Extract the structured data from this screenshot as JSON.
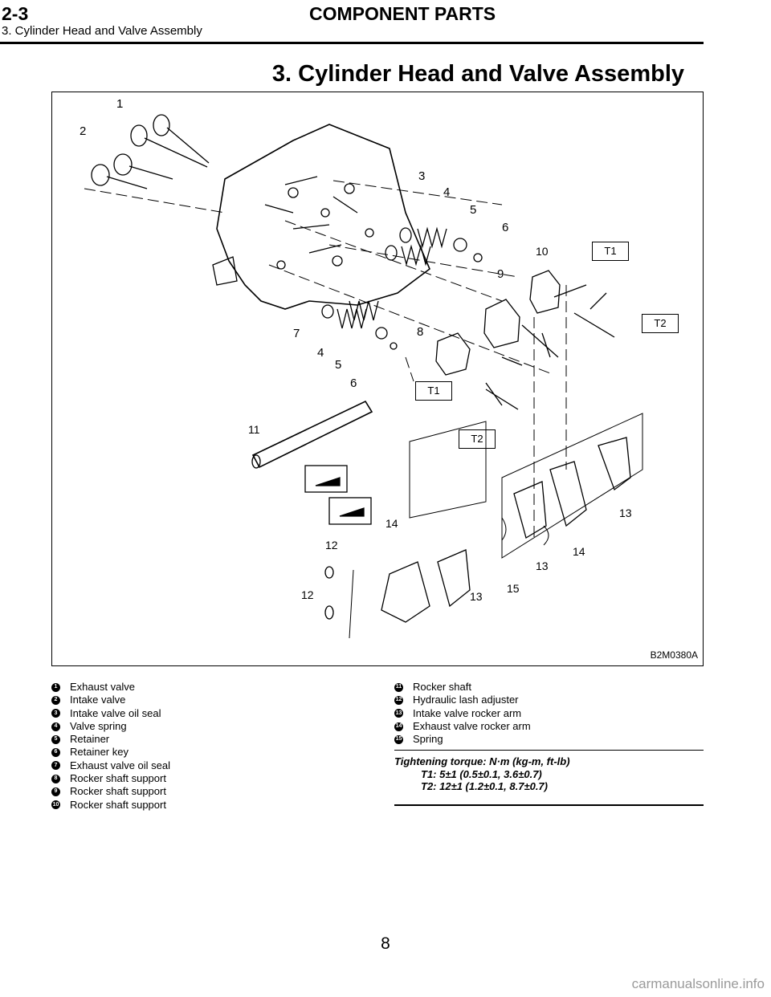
{
  "header": {
    "section": "2-3",
    "title": "COMPONENT PARTS",
    "subtitle": "3. Cylinder Head and Valve Assembly"
  },
  "page_title": "3. Cylinder Head and Valve Assembly",
  "figure": {
    "code": "B2M0380A",
    "callouts": [
      "1",
      "2",
      "3",
      "4",
      "5",
      "6",
      "7",
      "8",
      "9",
      "10",
      "11",
      "12",
      "13",
      "14",
      "15"
    ],
    "torque_tags": [
      "T1",
      "T2"
    ]
  },
  "legend": {
    "left": [
      {
        "num": "1",
        "label": "Exhaust valve"
      },
      {
        "num": "2",
        "label": "Intake valve"
      },
      {
        "num": "3",
        "label": "Intake valve oil seal"
      },
      {
        "num": "4",
        "label": "Valve spring"
      },
      {
        "num": "5",
        "label": "Retainer"
      },
      {
        "num": "6",
        "label": "Retainer key"
      },
      {
        "num": "7",
        "label": "Exhaust valve oil seal"
      },
      {
        "num": "8",
        "label": "Rocker shaft support"
      },
      {
        "num": "9",
        "label": "Rocker shaft support"
      },
      {
        "num": "10",
        "label": "Rocker shaft support"
      }
    ],
    "right": [
      {
        "num": "11",
        "label": "Rocker shaft"
      },
      {
        "num": "12",
        "label": "Hydraulic lash adjuster"
      },
      {
        "num": "13",
        "label": "Intake valve rocker arm"
      },
      {
        "num": "14",
        "label": "Exhaust valve rocker arm"
      },
      {
        "num": "15",
        "label": "Spring"
      }
    ]
  },
  "torque": {
    "heading": "Tightening torque: N·m (kg-m, ft-lb)",
    "t1": "T1: 5±1 (0.5±0.1, 3.6±0.7)",
    "t2": "T2: 12±1 (1.2±0.1, 8.7±0.7)"
  },
  "footer": {
    "page_number": "8",
    "watermark": "carmanualsonline.info"
  }
}
